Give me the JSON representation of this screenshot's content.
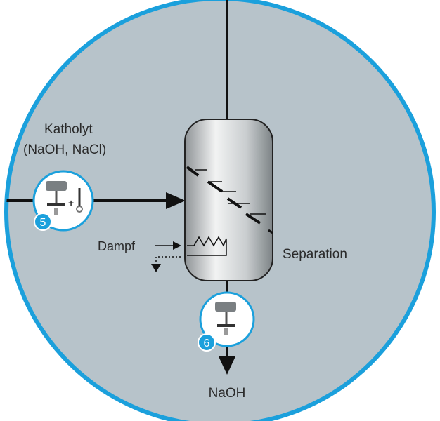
{
  "labels": {
    "feed_line1": "Katholyt",
    "feed_line2": "(NaOH, NaCl)",
    "steam": "Dampf",
    "vessel": "Separation",
    "product": "NaOH"
  },
  "instruments": [
    {
      "number": "5"
    },
    {
      "number": "6"
    }
  ],
  "colors": {
    "background": "#b7c3ca",
    "ring": "#1ba0dc",
    "line": "#111111"
  }
}
